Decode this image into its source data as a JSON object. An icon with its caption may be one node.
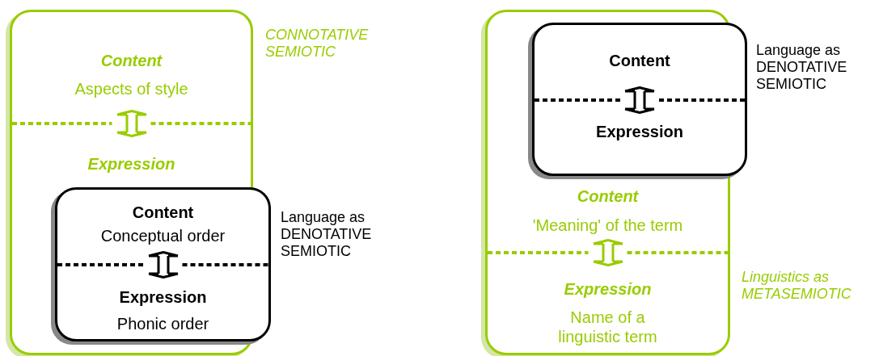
{
  "diagram": {
    "nodes": [
      {
        "text": [
          "Content",
          "Aspects of style",
          "Expression"
        ],
        "beside": [
          "CONNOTATIVE SEMIOTIC"
        ]
      },
      {
        "text": [
          "Content",
          "Conceptual order",
          "Expression",
          "Phonic order"
        ],
        "beside": [
          "Language as DENOTATIVE SEMIOTIC"
        ]
      },
      {
        "text": [
          "Content",
          "'Meaning' of the term",
          "Expression",
          "Name of a linguistic term"
        ],
        "beside": [
          "Linguistics as METASEMIOTIC"
        ]
      },
      {
        "text": [
          "Content",
          "Expression"
        ],
        "beside": [
          "Language as DENOTATIVE SEMIOTIC"
        ]
      }
    ]
  }
}
